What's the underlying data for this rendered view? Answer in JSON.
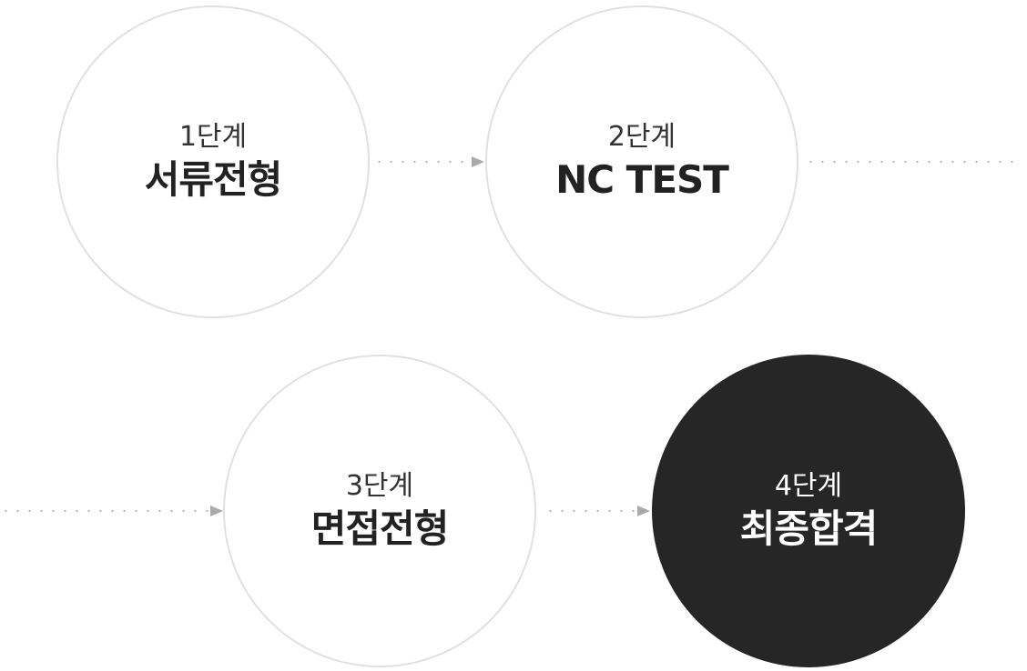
{
  "steps": [
    {
      "number": "1단계",
      "title": "서류전형"
    },
    {
      "number": "2단계",
      "title": "NC TEST"
    },
    {
      "number": "3단계",
      "title": "면접전형"
    },
    {
      "number": "4단계",
      "title": "최종합격"
    }
  ],
  "colors": {
    "circle_border": "#e0e0e0",
    "final_fill": "#262626",
    "connector_dots": "#b5b5b5",
    "arrow": "#aaaaaa"
  },
  "icons": {
    "connector_arrow": "triangle-right-arrow-icon"
  }
}
